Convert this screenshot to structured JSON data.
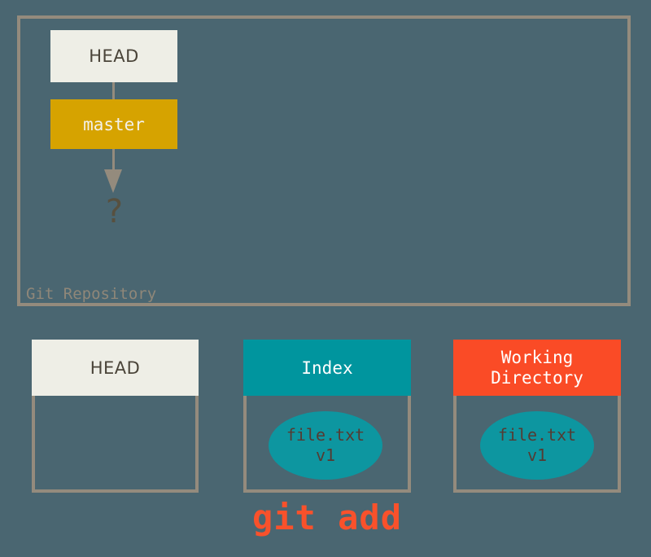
{
  "diagram": {
    "background_color": "#4a6671",
    "border_color": "#948b7d",
    "repository": {
      "label": "Git Repository",
      "head_box": {
        "label": "HEAD",
        "fill": "#eeeee6",
        "text_color": "#4a4439"
      },
      "branch_box": {
        "label": "master",
        "fill": "#d6a300",
        "text_color": "#f3f1ea"
      },
      "unknown_commit": {
        "label": "?",
        "text_color": "#57503f"
      },
      "connectors": [
        {
          "name": "head-to-master",
          "style": "line"
        },
        {
          "name": "master-to-unknown",
          "style": "arrow"
        }
      ]
    },
    "areas": [
      {
        "id": "head",
        "title": "HEAD",
        "title_lines": [
          "HEAD"
        ],
        "header_fill": "#eeeee6",
        "header_text_color": "#4a4439",
        "contents": []
      },
      {
        "id": "index",
        "title": "Index",
        "title_lines": [
          "Index"
        ],
        "header_fill": "#00959e",
        "header_text_color": "#ffffff",
        "contents": [
          {
            "name": "file.txt",
            "version": "v1",
            "fill": "#0d96a0",
            "text_color": "#543b33"
          }
        ]
      },
      {
        "id": "working-directory",
        "title": "Working Directory",
        "title_lines": [
          "Working",
          "Directory"
        ],
        "header_fill": "#fa4b26",
        "header_text_color": "#ffffff",
        "contents": [
          {
            "name": "file.txt",
            "version": "v1",
            "fill": "#0d96a0",
            "text_color": "#543b33"
          }
        ]
      }
    ],
    "caption": {
      "text": "git add",
      "color": "#f9512b"
    }
  }
}
